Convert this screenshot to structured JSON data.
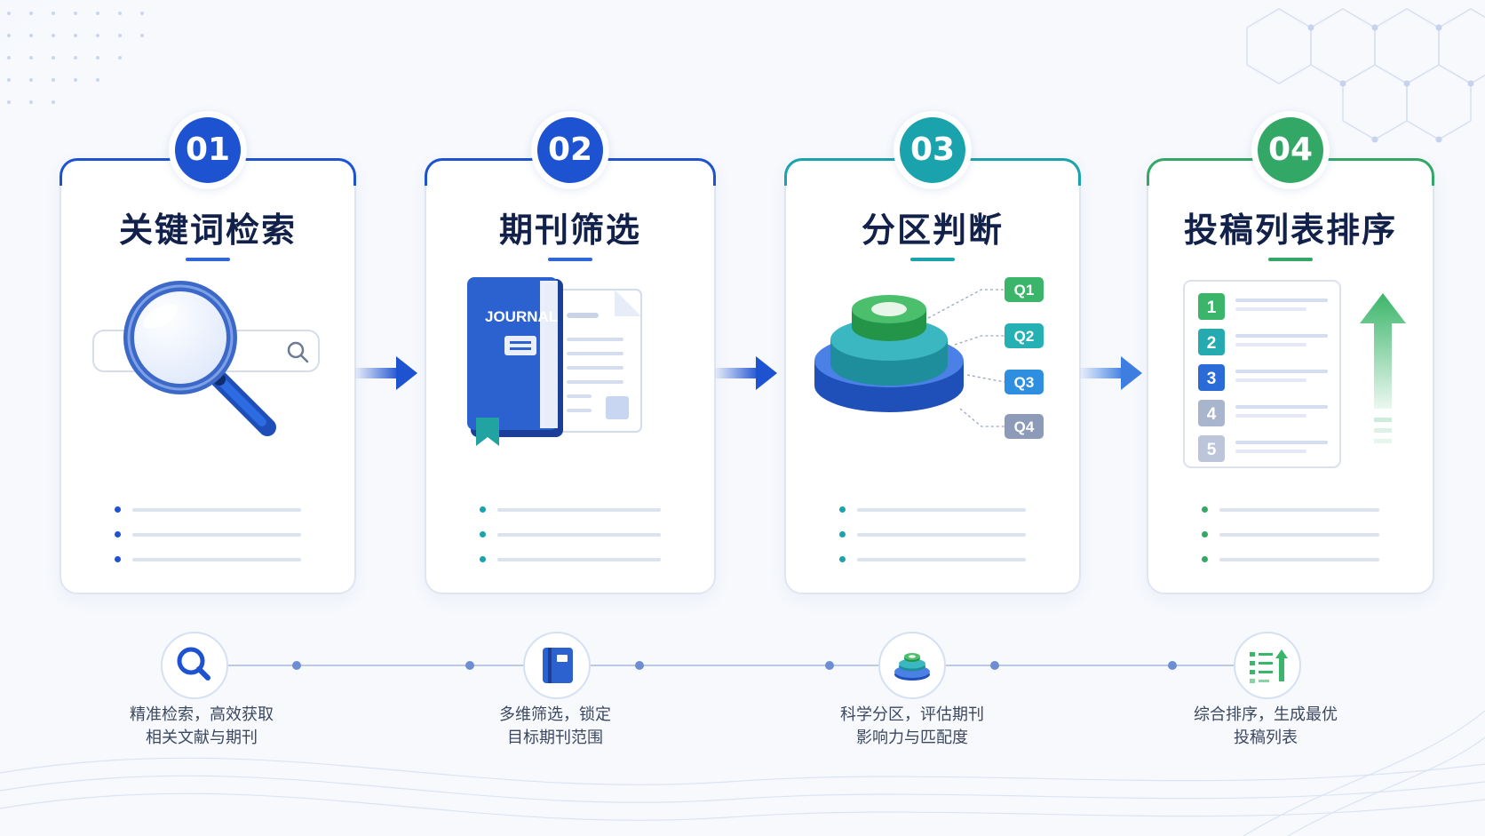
{
  "steps": [
    {
      "number": "01",
      "title": "关键词检索",
      "desc_line1": "精准检索，高效获取",
      "desc_line2": "相关文献与期刊",
      "color": "#1d52d1",
      "icon": "search-icon"
    },
    {
      "number": "02",
      "title": "期刊筛选",
      "desc_line1": "多维筛选，锁定",
      "desc_line2": "目标期刊范围",
      "color": "#1d52d1",
      "icon": "journal-icon",
      "book_label": "JOURNAL"
    },
    {
      "number": "03",
      "title": "分区判断",
      "desc_line1": "科学分区，评估期刊",
      "desc_line2": "影响力与匹配度",
      "color": "#1aa3ad",
      "icon": "layers-icon",
      "quartiles": [
        {
          "label": "Q1",
          "color": "#3bb56a"
        },
        {
          "label": "Q2",
          "color": "#25b0b4"
        },
        {
          "label": "Q3",
          "color": "#2e8fe0"
        },
        {
          "label": "Q4",
          "color": "#8d9ab8"
        }
      ]
    },
    {
      "number": "04",
      "title": "投稿列表排序",
      "desc_line1": "综合排序，生成最优",
      "desc_line2": "投稿列表",
      "color": "#33a866",
      "icon": "sorted-list-icon",
      "ranks": [
        {
          "label": "1",
          "color": "#3bb56a"
        },
        {
          "label": "2",
          "color": "#25aab0"
        },
        {
          "label": "3",
          "color": "#2b6bd8"
        },
        {
          "label": "4",
          "color": "#a9b4cd"
        },
        {
          "label": "5",
          "color": "#bcc5da"
        }
      ]
    }
  ]
}
